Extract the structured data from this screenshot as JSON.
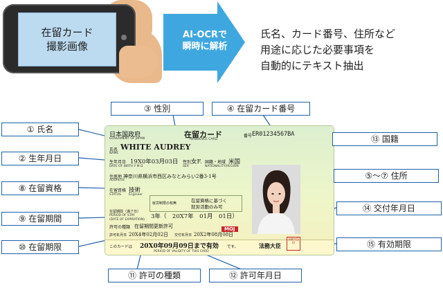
{
  "phone": {
    "screen_lines": [
      "在留カード",
      "撮影画像"
    ]
  },
  "arrow": {
    "lines": [
      "AI-OCRで",
      "瞬時に解析"
    ]
  },
  "description": [
    "氏名、カード番号、住所など",
    "用途に応じた必要事項を",
    "自動的にテキスト抽出"
  ],
  "callouts": {
    "c1": "① 氏名",
    "c2": "② 生年月日",
    "c3": "③ 性別",
    "c4": "④ 在留カード番号",
    "c5": "⑤～⑦ 住所",
    "c8": "⑧ 在留資格",
    "c9": "⑨ 在留期間",
    "c10": "⑩ 在留期限",
    "c11": "⑪ 許可の種類",
    "c12": "⑫ 許可年月日",
    "c13": "⑬ 国籍",
    "c14": "⑭ 交付年月日",
    "c15": "⑮ 有効期限"
  },
  "card": {
    "gov_ja": "日本国政府",
    "gov_en": "GOVERMENT OF JAPAN",
    "title_ja": "在留カード",
    "title_en": "RESIDENCE CARD",
    "number_label": "番号",
    "number": "ER01234567BA",
    "name_label": "氏名",
    "name_label_en": "NAME",
    "name": "WHITE AUDREY",
    "dob_label": "生年月日",
    "dob": "19X0年03月03日",
    "dob_en": "DATE OF BIRTH   Y   M   D",
    "sex_label": "性別",
    "sex": "女F.",
    "sex_en": "SEX",
    "nationality_label": "国籍・地域",
    "nationality": "米国",
    "nationality_en": "NATIONALITY/REGION",
    "address_label": "住居地",
    "address_en": "ADDRESS",
    "address": "神奈川県横浜市西区みなとみらい2番3-1号",
    "status_label": "在留資格",
    "status_en": "STATUS",
    "status": "技術",
    "status_sub": "Engineer",
    "work_label": "就労制限の有無",
    "work": "在留資格に基づく",
    "work2": "就労活動のみ可",
    "period_label": "在留期間（満了日）",
    "period_en": "PERIOD OF STAY",
    "period_en2": "(DATE OF EXPIRATION)",
    "period": "3年（　20X7年　01月　01日）",
    "permit_type_label": "許可の種類",
    "permit_type": "在留期間更新許可",
    "permit_date_label": "許可年月日",
    "permit_date": "20X4年02月02日",
    "issue_label": "交付年月日",
    "issue_date": "20X2年08月08日",
    "moj": "MOJ",
    "validity_prefix": "このカードは",
    "validity": "20X0年09月09日まで有効",
    "validity_suffix": "です。",
    "validity_en": "PERIOD OF VALIDITY OF THIS CARD",
    "minister": "法務大臣",
    "seal": "法務大臣印"
  },
  "colors": {
    "callout_border": "#1f5fa8",
    "arrow": "#3fa7e0",
    "card_bg": "#e6f2cc"
  }
}
